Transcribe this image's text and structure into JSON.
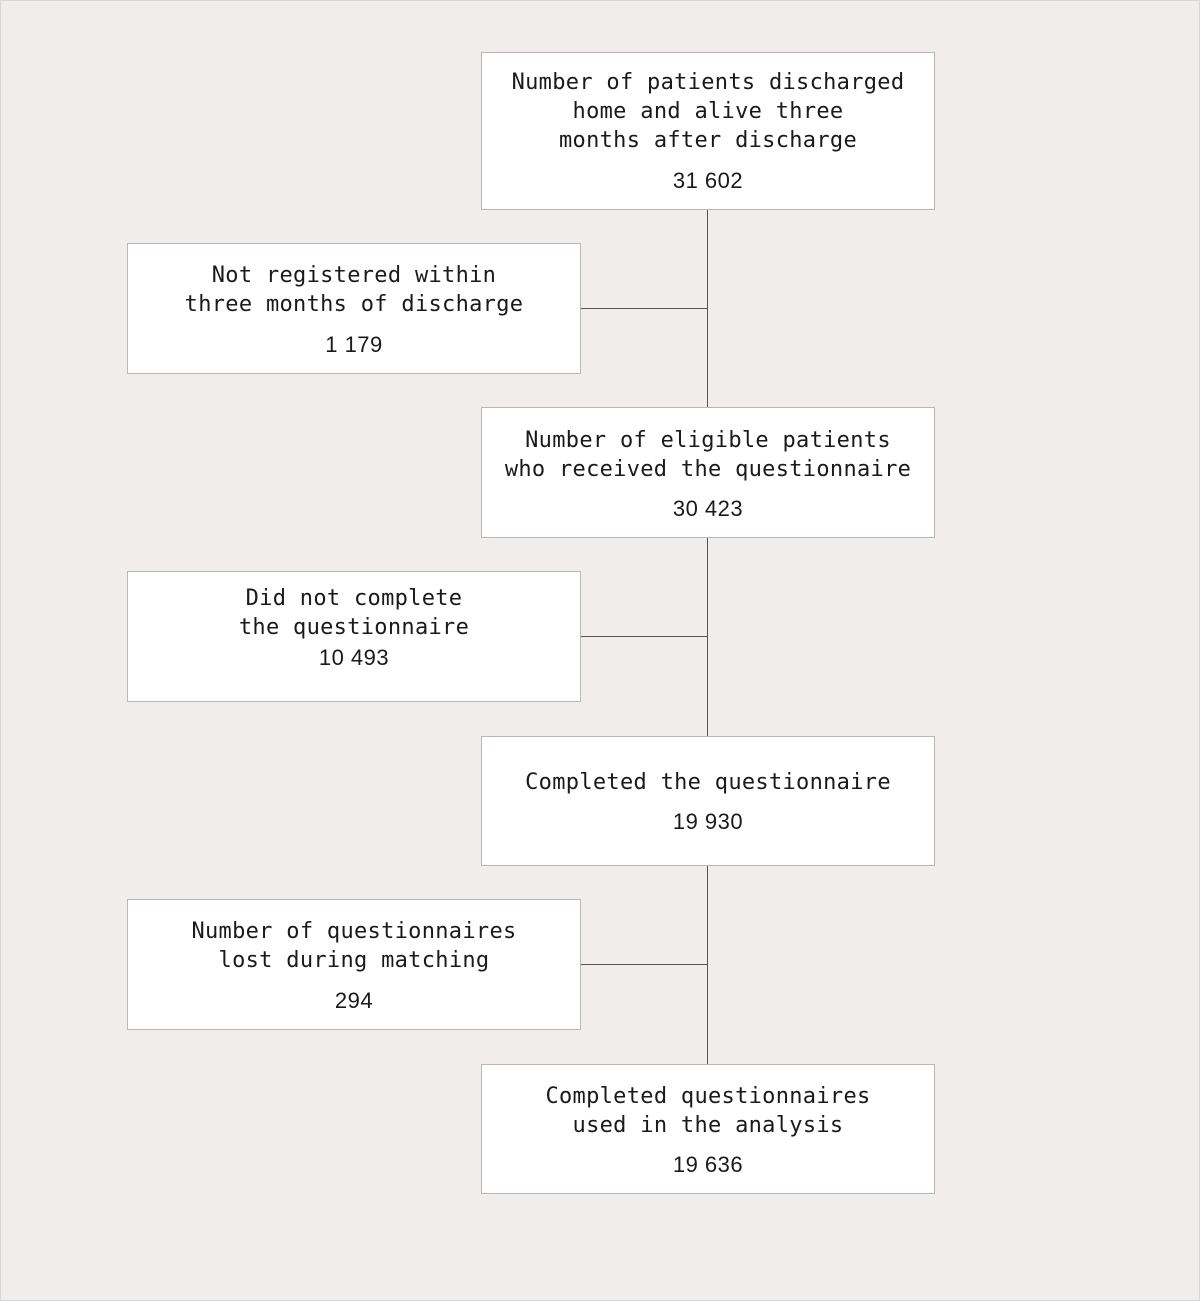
{
  "flowchart": {
    "main": [
      {
        "label": "Number of patients discharged\nhome and alive three\nmonths after discharge",
        "count": "31 602"
      },
      {
        "label": "Number of eligible patients\nwho received the questionnaire",
        "count": "30 423"
      },
      {
        "label": "Completed the questionnaire",
        "count": "19 930"
      },
      {
        "label": "Completed questionnaires\nused in the analysis",
        "count": "19 636"
      }
    ],
    "exclusions": [
      {
        "label": "Not registered within\nthree months of discharge",
        "count": "1 179"
      },
      {
        "label": "Did not complete\nthe questionnaire",
        "count": "10 493"
      },
      {
        "label": "Number of questionnaires\nlost during matching",
        "count": "294"
      }
    ]
  }
}
